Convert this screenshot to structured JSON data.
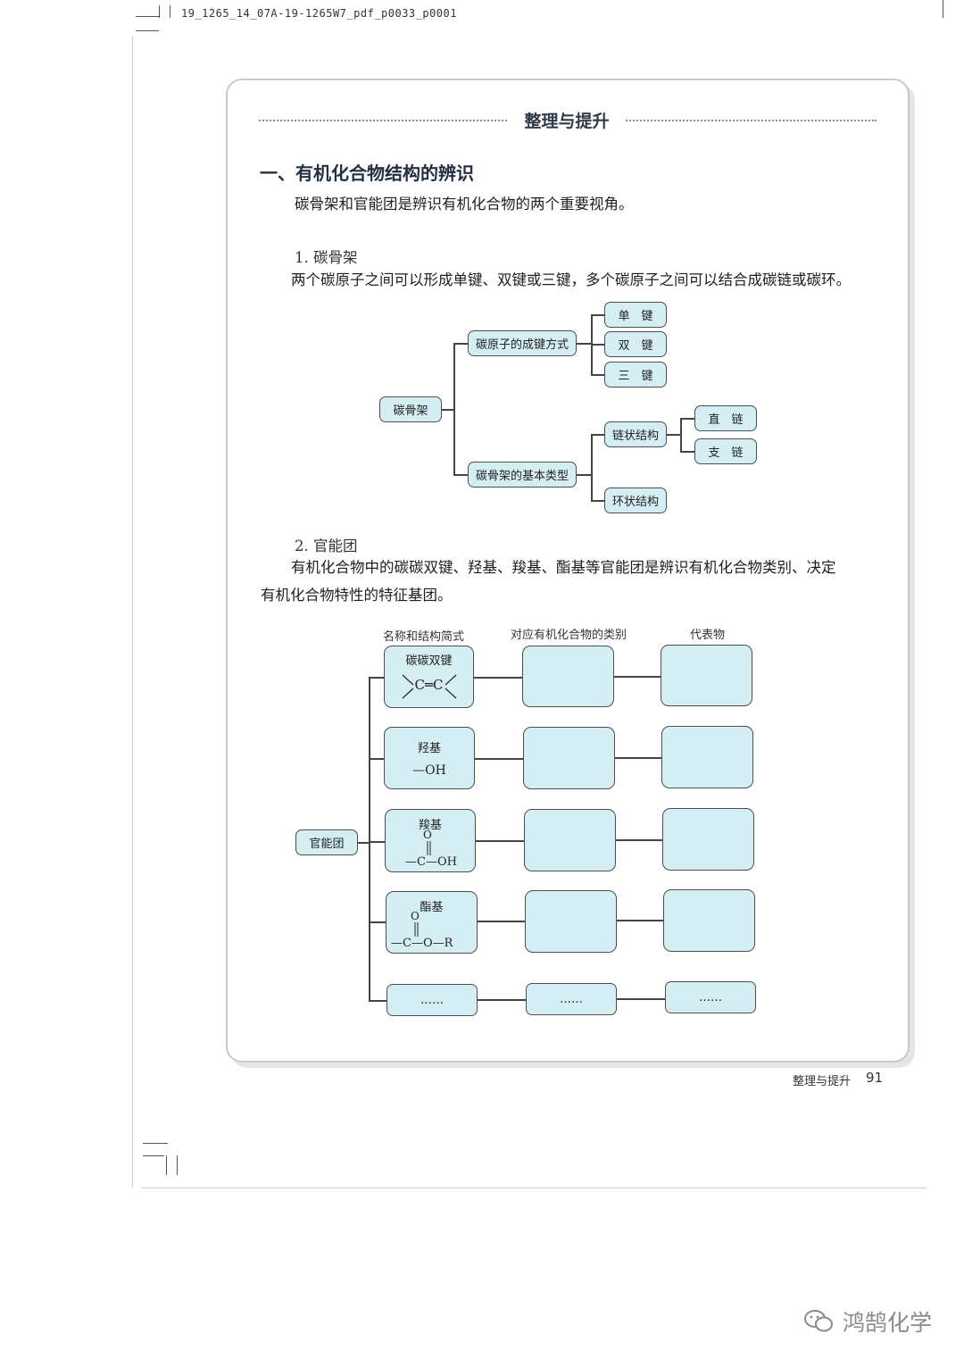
{
  "scan_header": "19_1265_14_07A-19-1265W7_pdf_p0033_p0001",
  "section_heading": "整理与提升",
  "heading1": "一、有机化合物结构的辨识",
  "intro": "碳骨架和官能团是辨识有机化合物的两个重要视角。",
  "sub1_title": "1. 碳骨架",
  "sub1_text": "两个碳原子之间可以形成单键、双键或三键，多个碳原子之间可以结合成碳链或碳环。",
  "tree1": {
    "root": "碳骨架",
    "branch_bonding": "碳原子的成键方式",
    "single": "单　键",
    "double": "双　键",
    "triple": "三　键",
    "branch_types": "碳骨架的基本类型",
    "chain": "链状结构",
    "straight": "直　链",
    "branched": "支　链",
    "ring": "环状结构"
  },
  "sub2_title": "2. 官能团",
  "sub2_text_line1": "有机化合物中的碳碳双键、羟基、羧基、酯基等官能团是辨识有机化合物类别、决定",
  "sub2_text_line2": "有机化合物特性的特征基团。",
  "tree2": {
    "root": "官能团",
    "col1_header": "名称和结构简式",
    "col2_header": "对应有机化合物的类别",
    "col3_header": "代表物",
    "cc_double_name": "碳碳双键",
    "cc_double_formula": "C═C",
    "hydroxyl_name": "羟基",
    "hydroxyl_formula": "—OH",
    "carboxyl_name": "羧基",
    "carboxyl_o": "O",
    "carboxyl_formula": "—C—OH",
    "ester_name": "酯基",
    "ester_o": "O",
    "ester_formula": "—C—O—R",
    "ellipsis": "……"
  },
  "footer": {
    "label": "整理与提升",
    "page": "91"
  },
  "watermark": "鸿鹄化学"
}
